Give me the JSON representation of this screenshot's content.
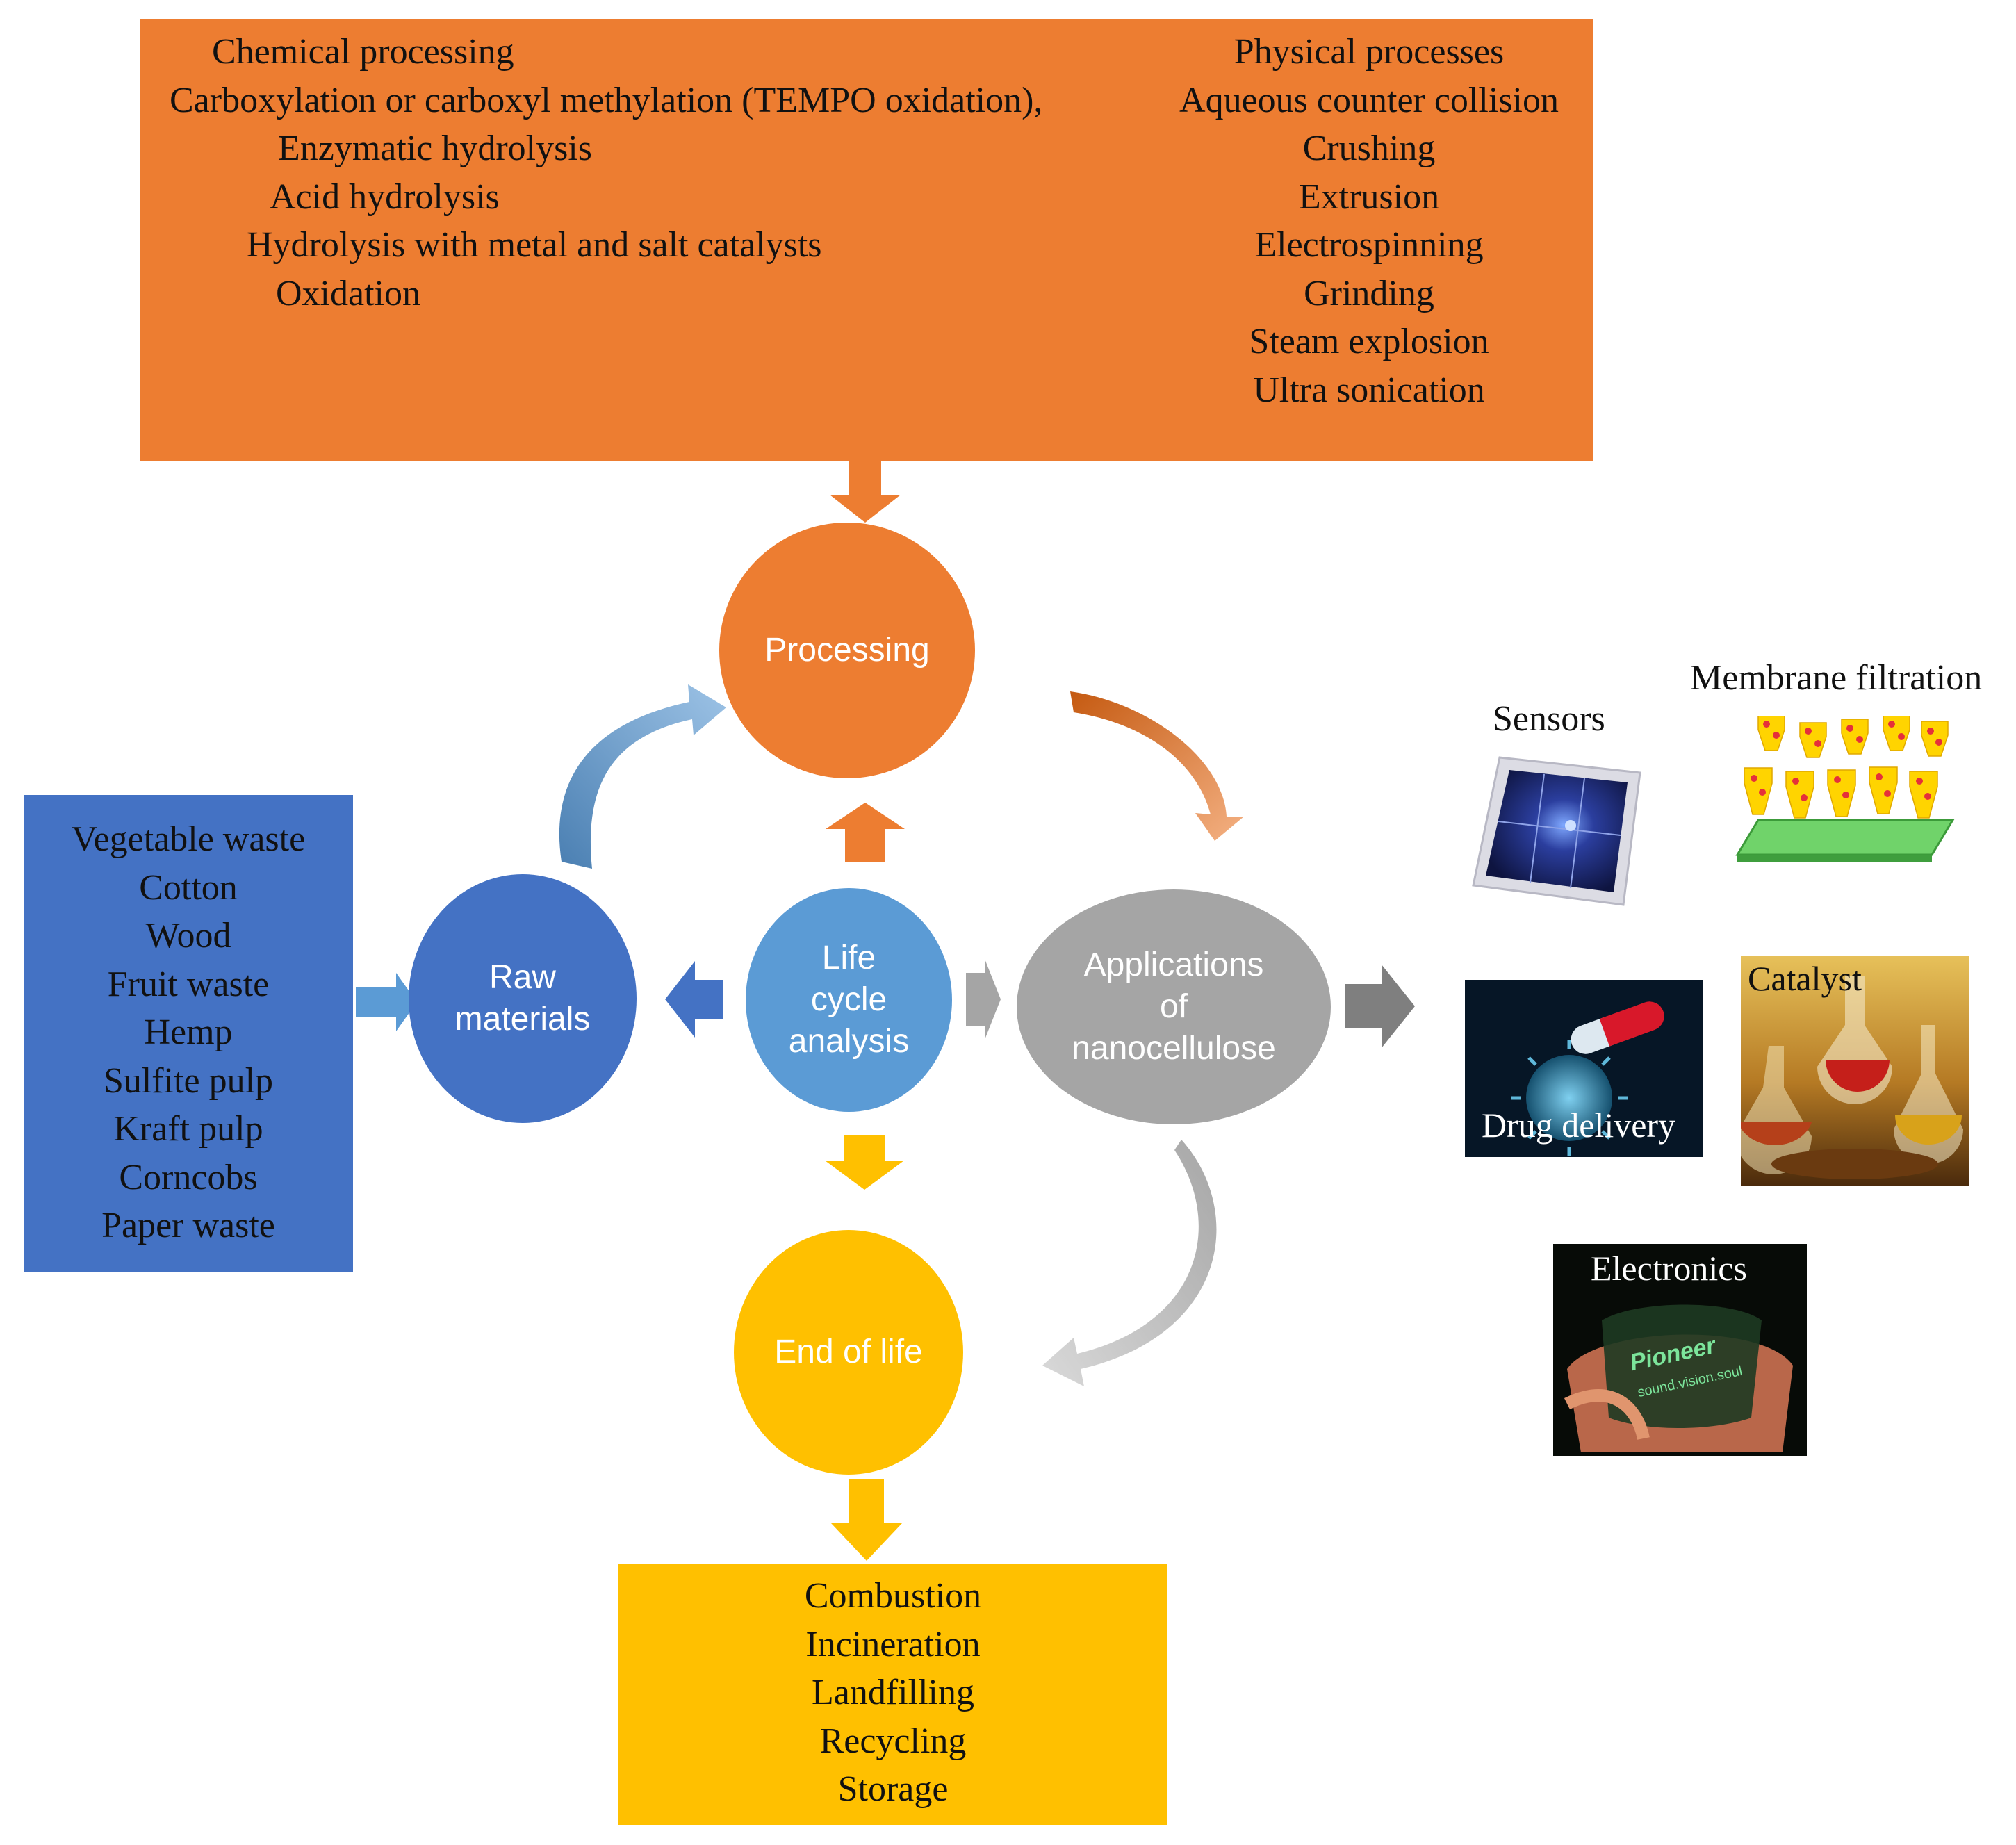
{
  "colors": {
    "orange": "#ED7D31",
    "blue_dark": "#4472C4",
    "blue_light": "#5B9BD5",
    "gray": "#A5A5A5",
    "gray_dark": "#7F7F7F",
    "yellow": "#FFC000"
  },
  "processing_box": {
    "chemical": [
      "Chemical processing",
      "Carboxylation or carboxyl methylation (TEMPO oxidation),",
      "Enzymatic hydrolysis",
      "Acid hydrolysis",
      "Hydrolysis with metal and salt catalysts",
      "Oxidation"
    ],
    "physical": [
      "Physical processes",
      "Aqueous counter collision",
      "Crushing",
      "Extrusion",
      "Electrospinning",
      "Grinding",
      "Steam explosion",
      "Ultra sonication"
    ]
  },
  "raw_materials_box": [
    "Vegetable waste",
    "Cotton",
    "Wood",
    "Fruit waste",
    "Hemp",
    "Sulfite pulp",
    "Kraft pulp",
    "Corncobs",
    "Paper waste"
  ],
  "end_of_life_box": [
    "Combustion",
    "Incineration",
    "Landfilling",
    "Recycling",
    "Storage"
  ],
  "nodes": {
    "processing": "Processing",
    "raw_materials": [
      "Raw",
      "materials"
    ],
    "lca": [
      "Life",
      "cycle",
      "analysis"
    ],
    "applications": [
      "Applications",
      "of",
      "nanocellulose"
    ],
    "end_of_life": "End of life"
  },
  "applications": {
    "sensors": "Sensors",
    "membrane": "Membrane filtration",
    "drug": "Drug delivery",
    "catalyst": "Catalyst",
    "electronics": "Electronics"
  },
  "icons": [
    "sensor-chip-image",
    "membrane-filtration-image",
    "drug-delivery-image",
    "catalyst-flasks-image",
    "flexible-electronics-image"
  ]
}
